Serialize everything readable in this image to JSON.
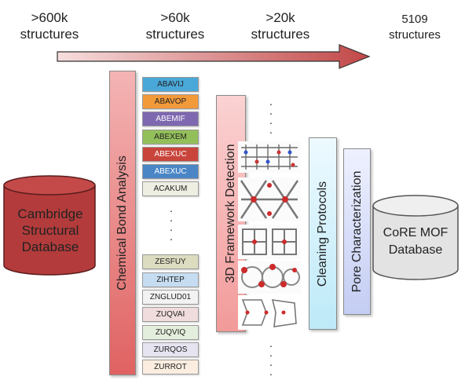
{
  "stages": [
    {
      "count": ">600k",
      "unit": "structures"
    },
    {
      "count": ">60k",
      "unit": "structures"
    },
    {
      "count": ">20k",
      "unit": "structures"
    },
    {
      "count": "5109",
      "unit": "structures"
    }
  ],
  "source_db": {
    "line1": "Cambridge",
    "line2": "Structural",
    "line3": "Database"
  },
  "target_db": {
    "line1": "CoRE MOF",
    "line2": "Database"
  },
  "steps": {
    "bond": "Chemical Bond Analysis",
    "framework": "3D Framework Detection",
    "cleaning": "Cleaning Protocols",
    "pore": "Pore Characterization"
  },
  "codes_top": [
    {
      "text": "ABAVIJ",
      "color": "#4aa8d8"
    },
    {
      "text": "ABAVOP",
      "color": "#f29a3a"
    },
    {
      "text": "ABEMIF",
      "color": "#7e68b0"
    },
    {
      "text": "ABEXEM",
      "color": "#93bf5a"
    },
    {
      "text": "ABEXUC",
      "color": "#c9453c"
    },
    {
      "text": "ABEXUC",
      "color": "#4a86c6"
    },
    {
      "text": "ACAKUM",
      "color": "#eeeee2"
    }
  ],
  "codes_bottom": [
    {
      "text": "ZESFUY",
      "color": "#dcdcc0"
    },
    {
      "text": "ZIHTEP",
      "color": "#c6dcf0"
    },
    {
      "text": "ZNGLUD01",
      "color": "#f2f2f2"
    },
    {
      "text": "ZUQVAI",
      "color": "#f0dcdc"
    },
    {
      "text": "ZUQVIQ",
      "color": "#e4eedc"
    },
    {
      "text": "ZURQOS",
      "color": "#e6e4f0"
    },
    {
      "text": "ZURROT",
      "color": "#fbeee0"
    }
  ],
  "colors": {
    "arrow_start": "#f4d6d6",
    "arrow_end": "#c44a4a",
    "cylinder_red": "#b33b3b",
    "cylinder_gray": "#d9d9d9",
    "bond_bar": "#e46c6c",
    "framework_bar": "#f3a8a8",
    "cleaning_bar": "#d4f1fb",
    "pore_bar": "#cfd7f5"
  }
}
